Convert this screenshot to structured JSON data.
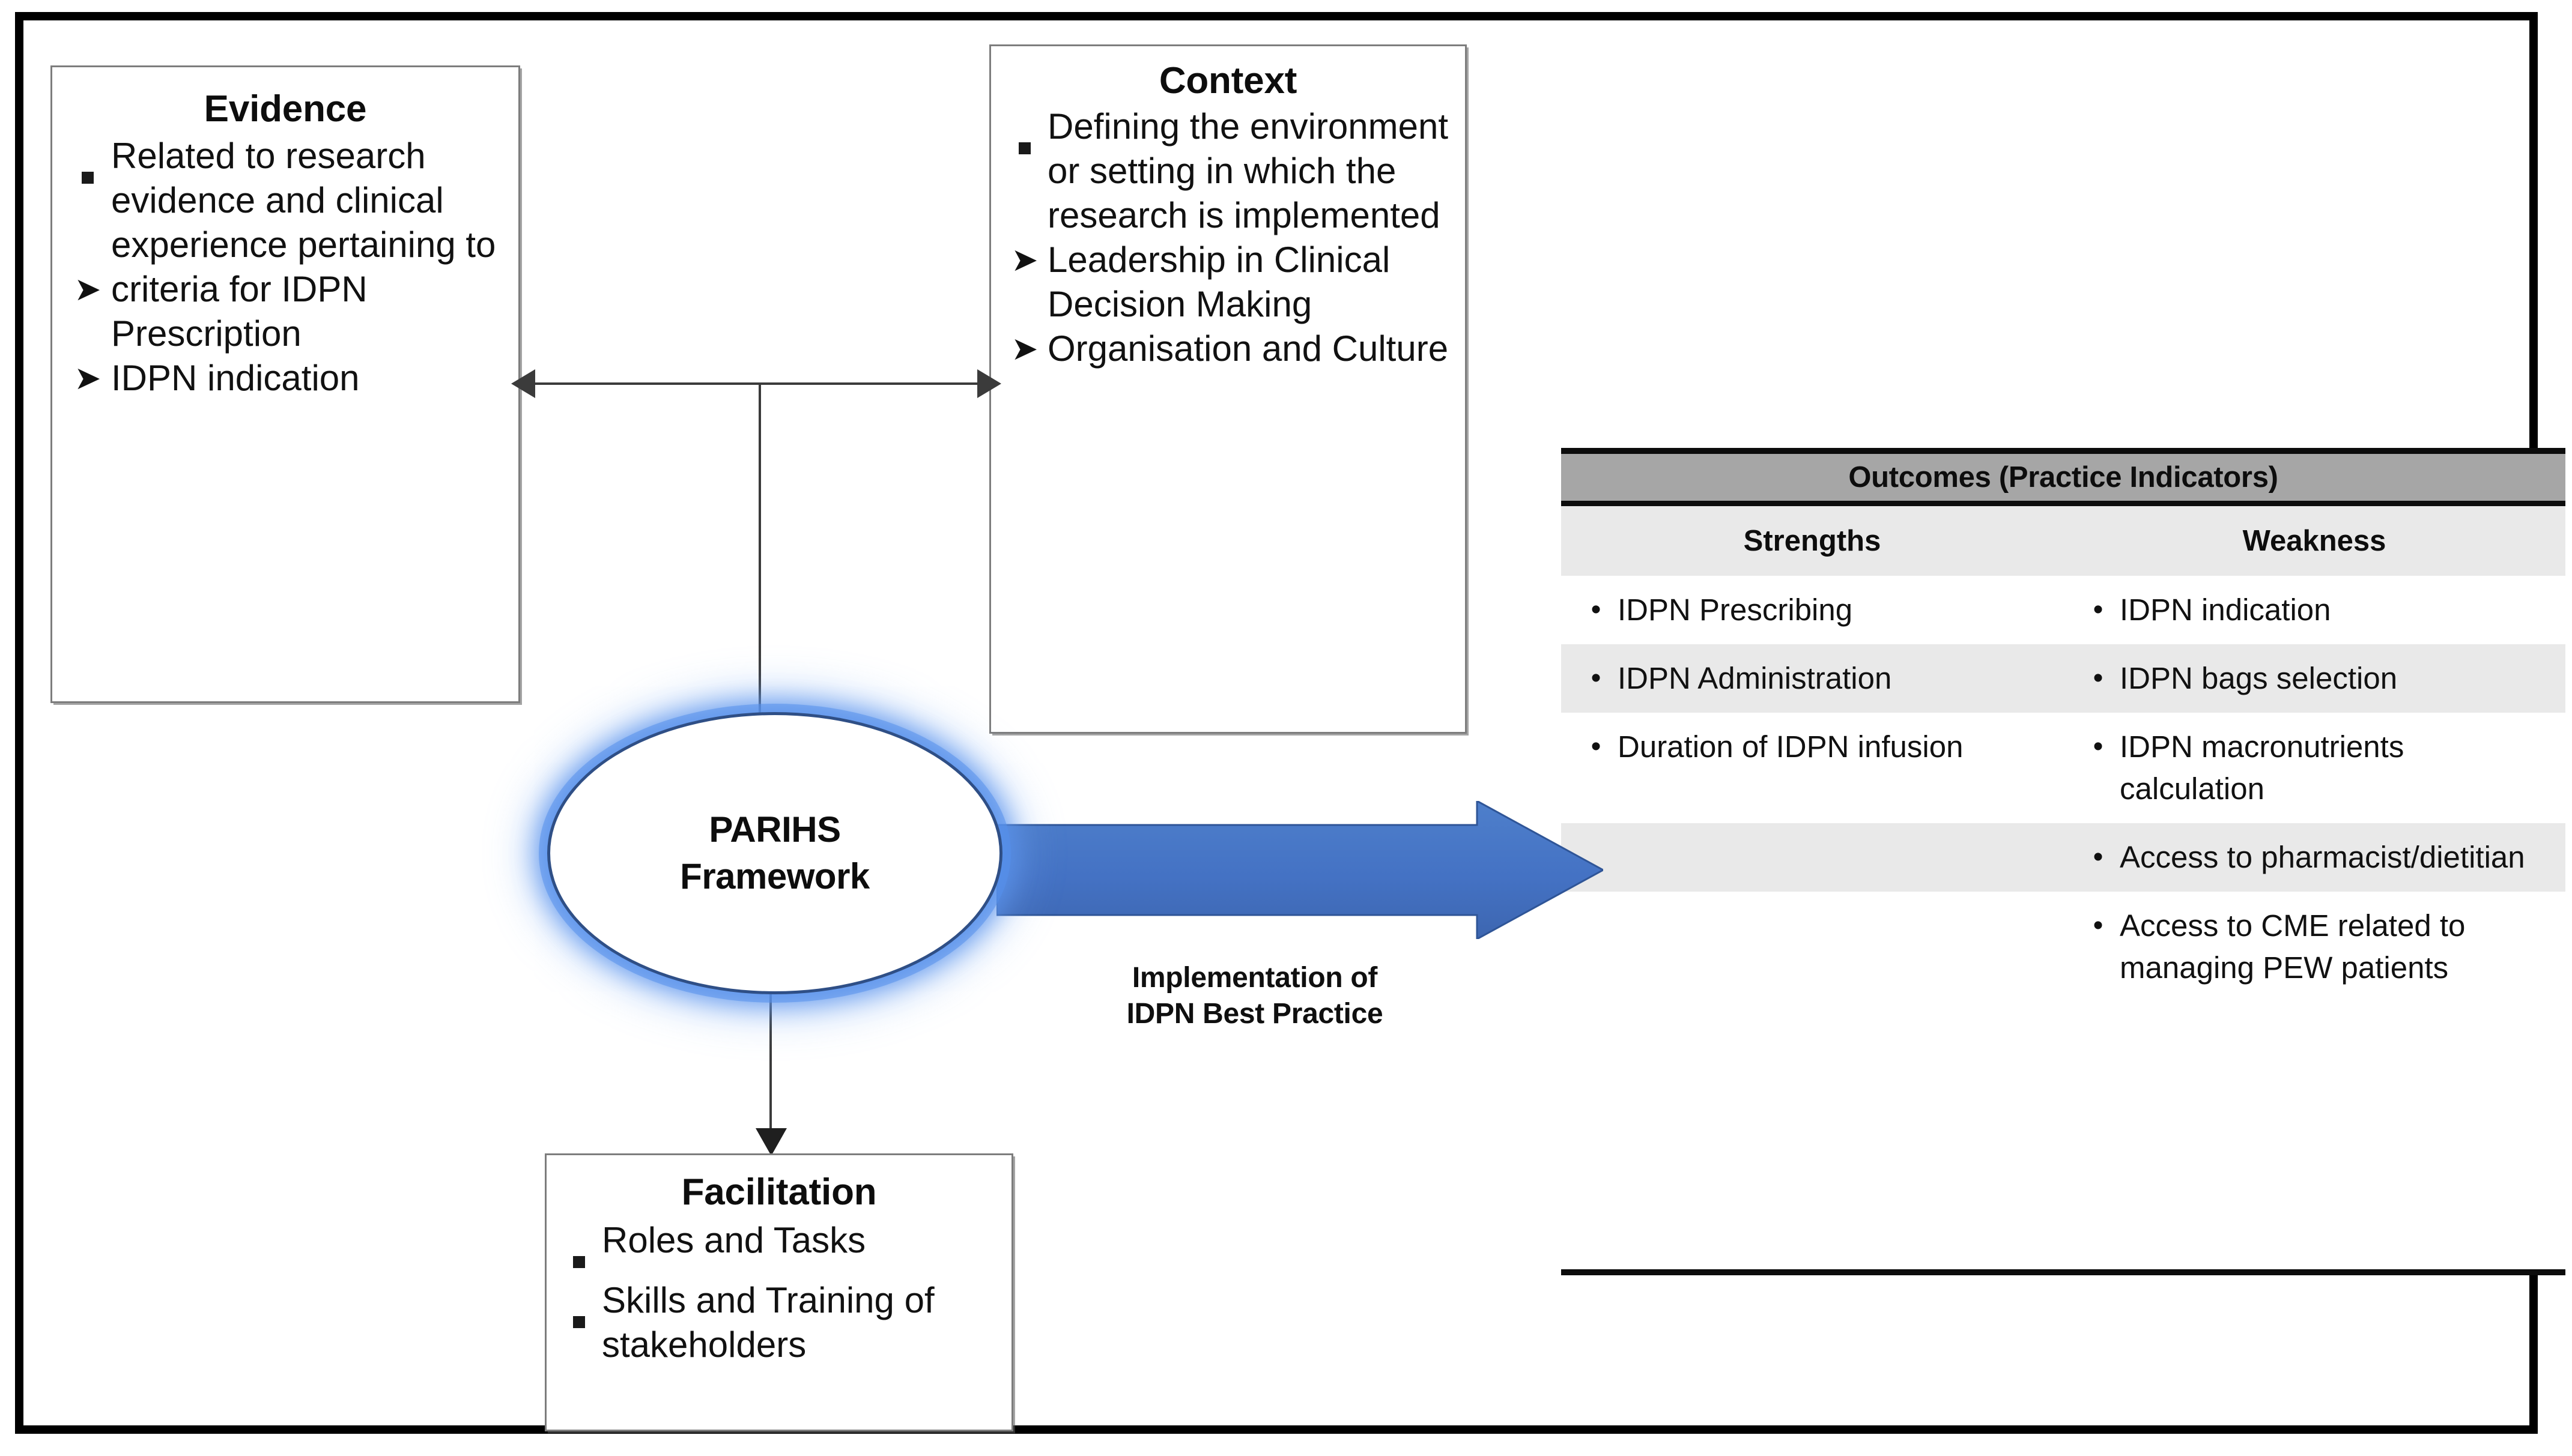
{
  "diagram": {
    "evidence": {
      "title": "Evidence",
      "items": [
        {
          "marker": "square",
          "text": "Related to research evidence and clinical experience pertaining to"
        },
        {
          "marker": "arrow",
          "text": "criteria for IDPN Prescription"
        },
        {
          "marker": "arrow",
          "text": "IDPN indication"
        }
      ]
    },
    "context": {
      "title": "Context",
      "items": [
        {
          "marker": "square",
          "text": "Defining the environment or setting in which the research is implemented"
        },
        {
          "marker": "arrow",
          "text": "Leadership in Clinical Decision Making"
        },
        {
          "marker": "arrow",
          "text": "Organisation and Culture"
        }
      ]
    },
    "facilitation": {
      "title": "Facilitation",
      "items": [
        {
          "marker": "square",
          "text": "Roles and Tasks"
        },
        {
          "marker": "square",
          "text": "Skills and Training of stakeholders"
        }
      ]
    },
    "center": {
      "label_line1": "PARIHS",
      "label_line2": "Framework"
    },
    "implementation_arrow": {
      "caption_line1": "Implementation of",
      "caption_line2": "IDPN Best Practice",
      "color": "#4472C4"
    },
    "markers": {
      "square_glyph": "▪",
      "arrow_glyph": "➤",
      "dot_glyph": "•"
    },
    "colors": {
      "frame": "#000000",
      "box_border": "#7d7d7d",
      "oval_border": "#2f4f86",
      "oval_glow": "#568feb",
      "arrow_blue": "#4472C4",
      "table_header_bg": "#a6a6a6",
      "table_row_shade": "#e9e9e9",
      "connector": "#3b3b3b"
    }
  },
  "outcomes": {
    "title": "Outcomes (Practice Indicators)",
    "columns": [
      "Strengths",
      "Weakness"
    ],
    "rows": [
      {
        "shaded": false,
        "strengths": "IDPN Prescribing",
        "weakness": "IDPN indication"
      },
      {
        "shaded": true,
        "strengths": "IDPN Administration",
        "weakness": "IDPN bags selection"
      },
      {
        "shaded": false,
        "strengths": "Duration of IDPN infusion",
        "weakness": "IDPN macronutrients calculation"
      },
      {
        "shaded": true,
        "strengths": "",
        "weakness": "Access to pharmacist/dietitian"
      },
      {
        "shaded": false,
        "strengths": "",
        "weakness": "Access to CME related to managing PEW patients"
      }
    ]
  }
}
